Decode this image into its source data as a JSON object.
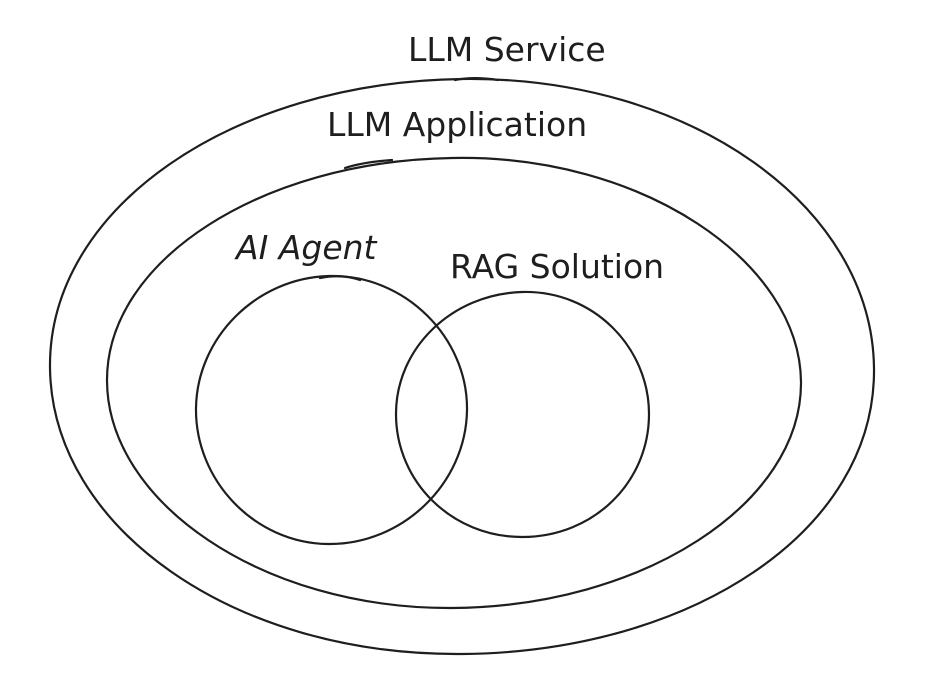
{
  "diagram": {
    "stroke_color": "#1e1e1e",
    "text_color": "#1e1e1e",
    "background_color": "#ffffff",
    "sets": [
      {
        "id": "llm-service",
        "label": "LLM Service",
        "contains": [
          "llm-application"
        ]
      },
      {
        "id": "llm-application",
        "label": "LLM Application",
        "contains": [
          "ai-agent",
          "rag-solution"
        ]
      },
      {
        "id": "ai-agent",
        "label": "AI Agent",
        "overlaps": [
          "rag-solution"
        ]
      },
      {
        "id": "rag-solution",
        "label": "RAG Solution",
        "overlaps": [
          "ai-agent"
        ]
      }
    ]
  }
}
